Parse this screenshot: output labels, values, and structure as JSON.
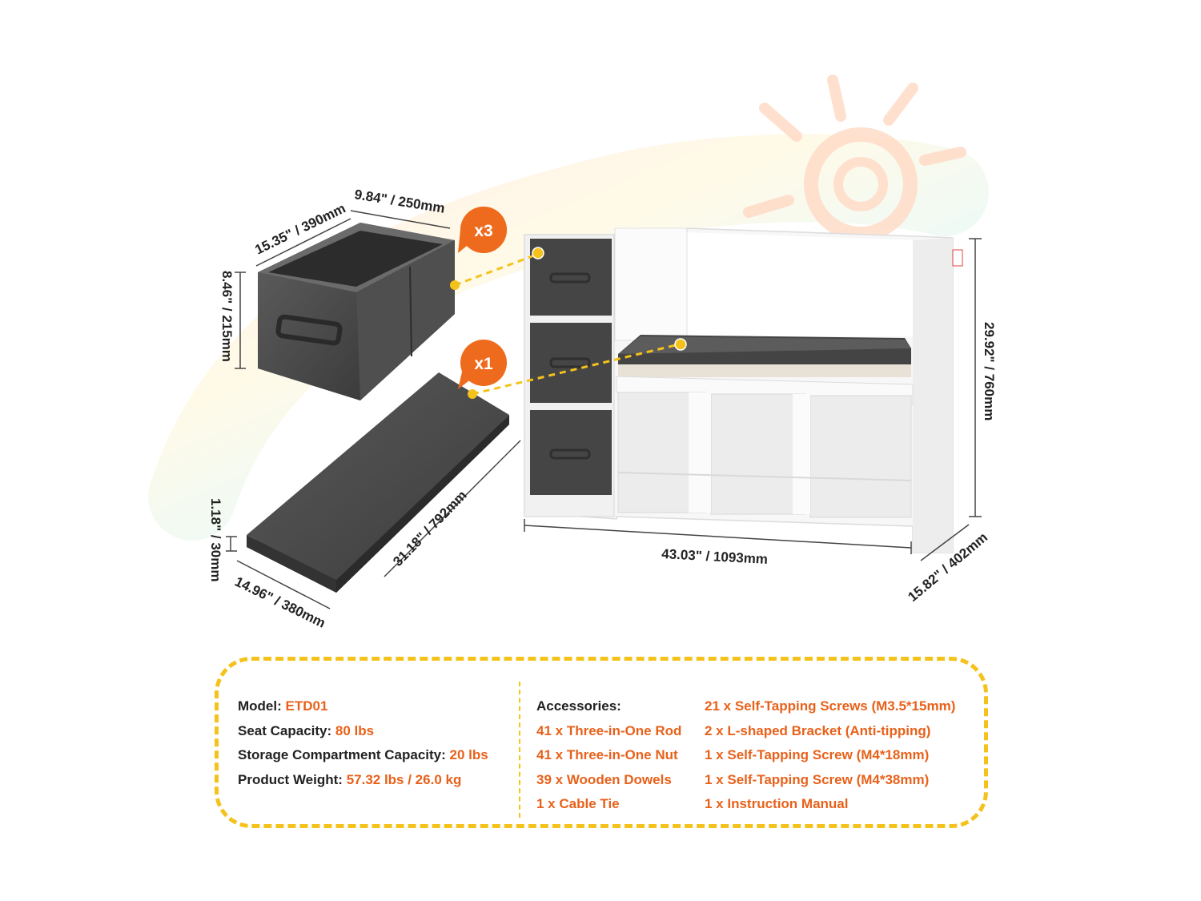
{
  "badges": {
    "drawers": "x3",
    "cushion": "x1"
  },
  "dimensions": {
    "drawer_length": "15.35\" / 390mm",
    "drawer_width": "9.84\" / 250mm",
    "drawer_height": "8.46\" / 215mm",
    "cushion_thickness": "1.18\" / 30mm",
    "cushion_width": "14.96\" / 380mm",
    "cushion_length": "31.18\" / 792mm",
    "bench_height": "29.92\" / 760mm",
    "bench_width": "43.03\" / 1093mm",
    "bench_depth": "15.82\" / 402mm"
  },
  "specs": [
    {
      "label": "Model: ",
      "value": "ETD01"
    },
    {
      "label": "Seat Capacity: ",
      "value": "80 lbs"
    },
    {
      "label": "Storage Compartment Capacity: ",
      "value": "20 lbs"
    },
    {
      "label": "Product Weight: ",
      "value": "57.32 lbs / 26.0 kg"
    }
  ],
  "accessories": {
    "heading": "Accessories:",
    "col_a": [
      {
        "qty": "41 x ",
        "item": "Three-in-One Rod"
      },
      {
        "qty": "41 x ",
        "item": "Three-in-One Nut"
      },
      {
        "qty": "39 x ",
        "item": "Wooden Dowels"
      },
      {
        "qty": "1 x ",
        "item": "Cable Tie"
      }
    ],
    "col_b": [
      {
        "qty": "21 x ",
        "item": "Self-Tapping Screws (M3.5*15mm)"
      },
      {
        "qty": "2 x ",
        "item": "L-shaped Bracket (Anti-tipping)"
      },
      {
        "qty": "1 x ",
        "item": "Self-Tapping Screw (M4*18mm)"
      },
      {
        "qty": "1 x ",
        "item": "Self-Tapping Screw (M4*38mm)"
      },
      {
        "qty": "1 x ",
        "item": "Instruction Manual"
      }
    ]
  },
  "colors": {
    "accent_orange": "#e8611a",
    "dashed_yellow": "#f5c21b",
    "fabric_gray": "#4a4a4a"
  }
}
